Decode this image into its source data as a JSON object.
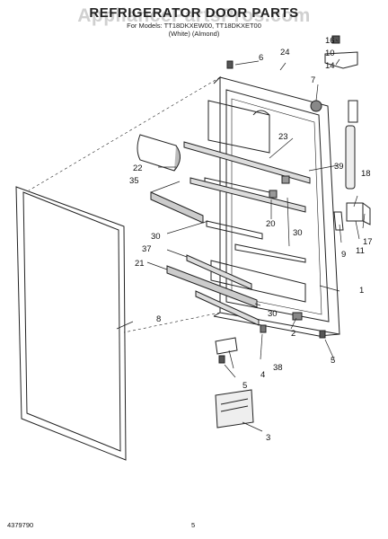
{
  "header": {
    "title": "REFRIGERATOR DOOR PARTS",
    "subtitle": "For Models: TT18DKXEW00, TT18DKXET00",
    "variants": "(White)        (Almond)",
    "watermark": "AppliancePartsPros.com"
  },
  "footer": {
    "part_number": "4379790",
    "page": "5"
  },
  "callouts": [
    "1",
    "2",
    "3",
    "4",
    "5",
    "5",
    "5",
    "6",
    "7",
    "8",
    "9",
    "10",
    "11",
    "14",
    "16",
    "17",
    "18",
    "20",
    "21",
    "22",
    "23",
    "24",
    "30",
    "30",
    "30",
    "35",
    "37",
    "38",
    "39"
  ]
}
